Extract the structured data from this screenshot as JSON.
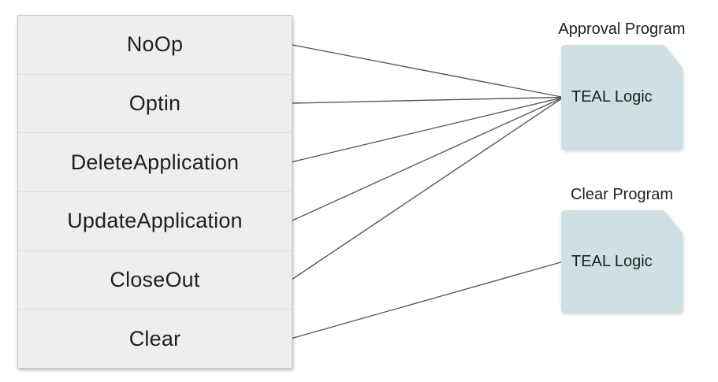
{
  "diagram": {
    "transactions": [
      {
        "label": "NoOp",
        "target": "approval"
      },
      {
        "label": "Optin",
        "target": "approval"
      },
      {
        "label": "DeleteApplication",
        "target": "approval"
      },
      {
        "label": "UpdateApplication",
        "target": "approval"
      },
      {
        "label": "CloseOut",
        "target": "approval"
      },
      {
        "label": "Clear",
        "target": "clear"
      }
    ],
    "programs": [
      {
        "id": "approval",
        "title": "Approval Program",
        "content": "TEAL Logic"
      },
      {
        "id": "clear",
        "title": "Clear Program",
        "content": "TEAL Logic"
      }
    ],
    "colors": {
      "row_fill": "#eeeeee",
      "row_border": "#dcdcdc",
      "stack_border": "#c9c9c9",
      "document_fill": "#cfe0e4",
      "connector_line": "#595a5c",
      "text": "#1f1f1f",
      "background": "#ffffff"
    }
  }
}
